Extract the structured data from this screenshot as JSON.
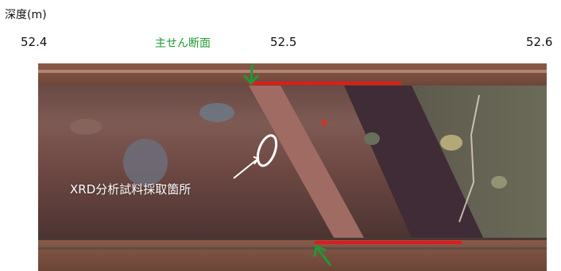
{
  "axis_title": "深度(m)",
  "depth_ticks": [
    "52.4",
    "52.5",
    "52.6"
  ],
  "annotations": {
    "main_shear_surface": "主せん断面",
    "xrd_sample_location": "XRD分析試料採取箇所"
  },
  "colors": {
    "shear_marker": "#e41a1a",
    "arrow": "#1f9a34",
    "annotation_green": "#1f9a34",
    "sample_marker": "#ffffff"
  }
}
